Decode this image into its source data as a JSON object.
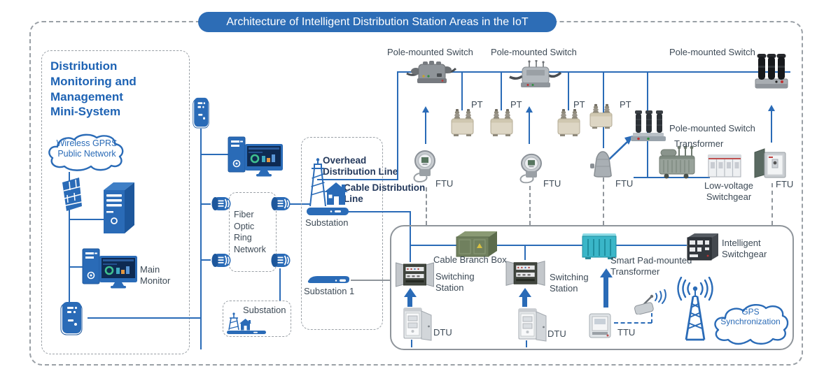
{
  "title": "Architecture of Intelligent Distribution Station Areas in the IoT",
  "colors": {
    "accent_blue": "#2a6bb7",
    "title_bar_bg": "#2d6db6",
    "heading_blue": "#1e63b4",
    "bold_label": "#24395c",
    "label": "#3d4a56",
    "connector_gray": "#8f959b",
    "dash_border_gray": "#9aa0a6"
  },
  "left_panel": {
    "heading": "Distribution Monitoring and Management Mini-System",
    "gprs_cloud_label": "Wireless GPRS Public Network",
    "main_monitor_label": "Main Monitor"
  },
  "network": {
    "fiber_ring_label": "Fiber Optic Ring Network",
    "overhead_line_label": "Overhead Distribution Line",
    "cable_line_label": "Cable Distribution Line",
    "substation_label": "Substation",
    "substation1_label": "Substation 1",
    "substation_box_label": "Substation"
  },
  "feeder": {
    "pole_switch_labels": [
      "Pole-mounted Switch",
      "Pole-mounted Switch",
      "Pole-mounted Switch",
      "Pole-mounted Switch"
    ],
    "pt_labels": [
      "PT",
      "PT",
      "PT",
      "PT"
    ],
    "ftu_labels": [
      "FTU",
      "FTU",
      "FTU",
      "FTU"
    ],
    "transformer_label": "Transformer",
    "lv_switchgear_label": "Low-voltage Switchgear"
  },
  "station_box": {
    "cable_branch_box_label": "Cable Branch Box",
    "switching_station_labels": [
      "Switching Station",
      "Switching Station"
    ],
    "smart_transformer_label": "Smart Pad-mounted Transformer",
    "intelligent_switchgear_label": "Intelligent Switchgear",
    "dtu_labels": [
      "DTU",
      "DTU"
    ],
    "ttu_label": "TTU",
    "gps_label": "GPS Synchronization"
  }
}
